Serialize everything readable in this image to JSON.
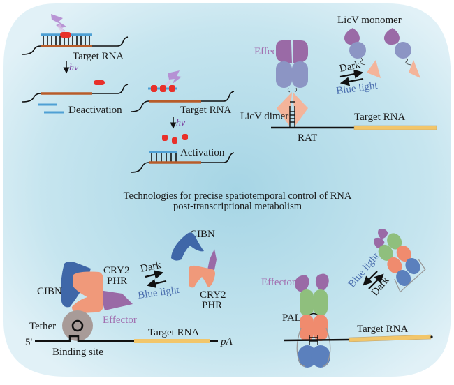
{
  "title": {
    "line1": "Technologies for precise spatiotemporal control of RNA",
    "line2": "post-transcriptional metabolism"
  },
  "colors": {
    "background_light": "#dff0f6",
    "background_dark": "#a9d7e6",
    "oligo_blue": "#4fa0d4",
    "rna_brown": "#b85c2a",
    "cage_red": "#e8302a",
    "light_bolt": "#b48ad0",
    "effector_purple": "#9a6aa6",
    "licv_lavender": "#8c95c4",
    "licv_peach": "#f4b49a",
    "target_yellow": "#f2c66a",
    "cibn_blue": "#3f67a8",
    "cry2_salmon": "#f0997a",
    "tether_gray": "#a89b98",
    "pal_green": "#8fbf7d",
    "pal_orange": "#f08b6e",
    "pal_blue": "#5b80bd"
  },
  "panel_top_left": {
    "target_rna_label": "Target RNA",
    "hv_label": "hv",
    "deactivation_label": "Deactivation",
    "target_rna_label_2": "Target RNA",
    "hv_label_2": "hv",
    "activation_label": "Activation"
  },
  "panel_top_right": {
    "licv_monomer_label": "LicV monomer",
    "effector_label": "Effector",
    "dark_label": "Dark",
    "blue_light_label": "Blue light",
    "licv_dimer_label": "LicV dimer",
    "target_rna_label": "Target RNA",
    "rat_label": "RAT"
  },
  "panel_bottom_left": {
    "cibn_label_free": "CIBN",
    "cry2_label_bound_1": "CRY2",
    "cry2_label_bound_2": "PHR",
    "cibn_label_bound": "CIBN",
    "dark_label": "Dark",
    "blue_light_label": "Blue light",
    "cry2_label_free_1": "CRY2",
    "cry2_label_free_2": "PHR",
    "effector_label": "Effector",
    "tether_label": "Tether",
    "five_prime_label": "5'",
    "target_rna_label": "Target RNA",
    "pa_label": "pA",
    "binding_site_label": "Binding site"
  },
  "panel_bottom_right": {
    "effector_label": "Effector",
    "blue_light_label": "Blue light",
    "dark_label": "Dark",
    "pal_label": "PAL",
    "target_rna_label": "Target RNA"
  }
}
